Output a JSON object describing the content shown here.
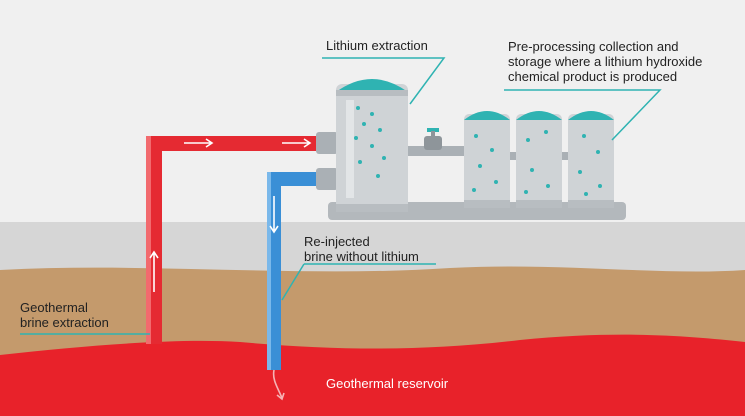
{
  "labels": {
    "lithium_extraction": "Lithium extraction",
    "pre_processing": "Pre-processing collection and\nstorage where a lithium hydroxide\nchemical product is produced",
    "reinjected": "Re-injected\nbrine without lithium",
    "brine_extraction": "Geothermal\nbrine extraction",
    "reservoir": "Geothermal reservoir"
  },
  "colors": {
    "background": "#f0f0f0",
    "surface_band": "#d6d6d6",
    "soil": "#c49a6c",
    "reservoir": "#e8222a",
    "hot_pipe": "#e52a32",
    "cold_pipe": "#3a8fd6",
    "accent_teal": "#2fb3b2",
    "tank": "#cfd3d6"
  }
}
